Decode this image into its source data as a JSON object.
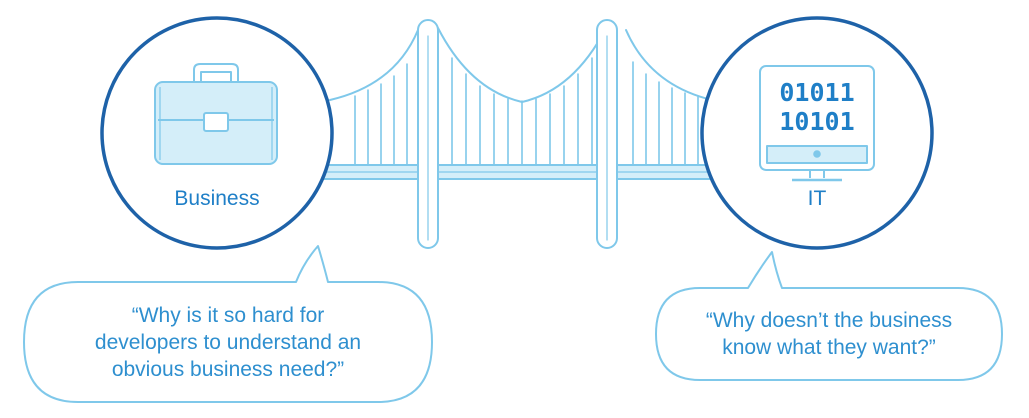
{
  "business": {
    "label": "Business",
    "icon": "briefcase-icon",
    "quote_lines": [
      "“Why is it so hard for",
      "developers to understand an",
      "obvious business need?”"
    ]
  },
  "it": {
    "label": "IT",
    "icon": "monitor-icon",
    "screen_lines": [
      "01011",
      "10101"
    ],
    "quote_lines": [
      "“Why doesn’t the business",
      "know what they want?”"
    ]
  },
  "bridge": {
    "icon": "suspension-bridge-icon"
  },
  "colors": {
    "circle_stroke": "#1e62a8",
    "line_light": "#7fc8ea",
    "fill_light": "#d4eef9",
    "text_blue": "#1f7fc7",
    "bubble_text": "#2e8fcf"
  }
}
